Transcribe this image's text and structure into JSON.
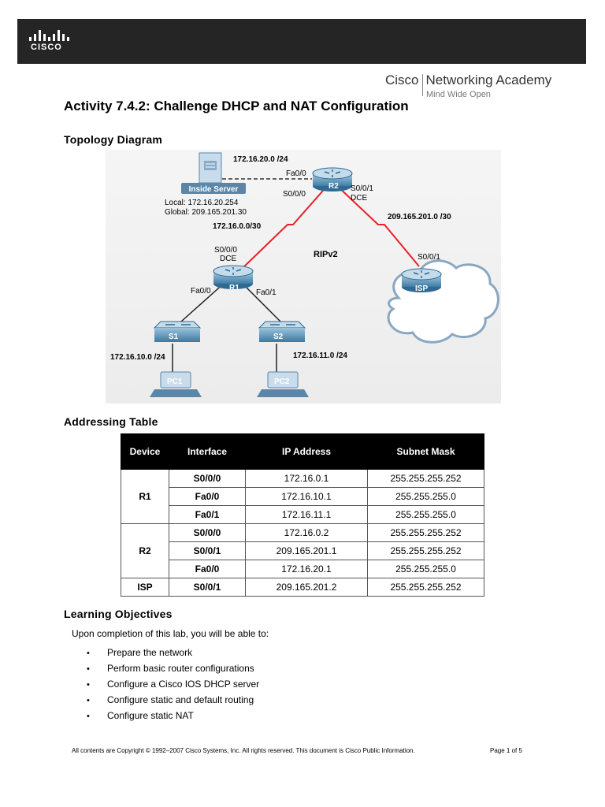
{
  "header": {
    "brand_wordmark": "CISCO",
    "academy_name_1": "Cisco",
    "academy_name_2": "Networking Academy",
    "academy_tagline": "Mind Wide Open"
  },
  "title": "Activity 7.4.2: Challenge DHCP and NAT Configuration",
  "topology": {
    "heading": "Topology Diagram",
    "labels": {
      "net_inside": "172.16.20.0 /24",
      "fa00_r2": "Fa0/0",
      "s000_r2": "S0/0/0",
      "s001_r2": "S0/0/1",
      "dce_r2": "DCE",
      "inside_server": "Inside Server",
      "local": "Local:   172.16.20.254",
      "global": "Global: 209.165.201.30",
      "net_r1r2": "172.16.0.0/30",
      "net_r2isp": "209.165.201.0 /30",
      "s000_r1": "S0/0/0",
      "dce_r1": "DCE",
      "ripv2": "RIPv2",
      "s001_isp": "S0/0/1",
      "fa00_r1": "Fa0/0",
      "fa01_r1": "Fa0/1",
      "net_s1": "172.16.10.0 /24",
      "net_s2": "172.16.11.0 /24"
    },
    "devices": {
      "r1": "R1",
      "r2": "R2",
      "isp": "ISP",
      "s1": "S1",
      "s2": "S2",
      "pc1": "PC1",
      "pc2": "PC2"
    }
  },
  "addressing": {
    "heading": "Addressing Table",
    "headers": [
      "Device",
      "Interface",
      "IP Address",
      "Subnet Mask"
    ],
    "groups": [
      {
        "device": "R1",
        "rows": [
          {
            "interface": "S0/0/0",
            "ip": "172.16.0.1",
            "mask": "255.255.255.252"
          },
          {
            "interface": "Fa0/0",
            "ip": "172.16.10.1",
            "mask": "255.255.255.0"
          },
          {
            "interface": "Fa0/1",
            "ip": "172.16.11.1",
            "mask": "255.255.255.0"
          }
        ]
      },
      {
        "device": "R2",
        "rows": [
          {
            "interface": "S0/0/0",
            "ip": "172.16.0.2",
            "mask": "255.255.255.252"
          },
          {
            "interface": "S0/0/1",
            "ip": "209.165.201.1",
            "mask": "255.255.255.252"
          },
          {
            "interface": "Fa0/0",
            "ip": "172.16.20.1",
            "mask": "255.255.255.0"
          }
        ]
      },
      {
        "device": "ISP",
        "rows": [
          {
            "interface": "S0/0/1",
            "ip": "209.165.201.2",
            "mask": "255.255.255.252"
          }
        ]
      }
    ]
  },
  "objectives": {
    "heading": "Learning Objectives",
    "intro": "Upon completion of this lab, you will be able to:",
    "bullet": "•",
    "items": [
      "Prepare the network",
      "Perform basic router configurations",
      "Configure a Cisco IOS DHCP server",
      "Configure static and default routing",
      "Configure static NAT"
    ]
  },
  "footer": {
    "copyright": "All contents are Copyright © 1992–2007 Cisco Systems, Inc. All rights reserved. This document is Cisco Public Information.",
    "page": "Page 1 of 5"
  }
}
